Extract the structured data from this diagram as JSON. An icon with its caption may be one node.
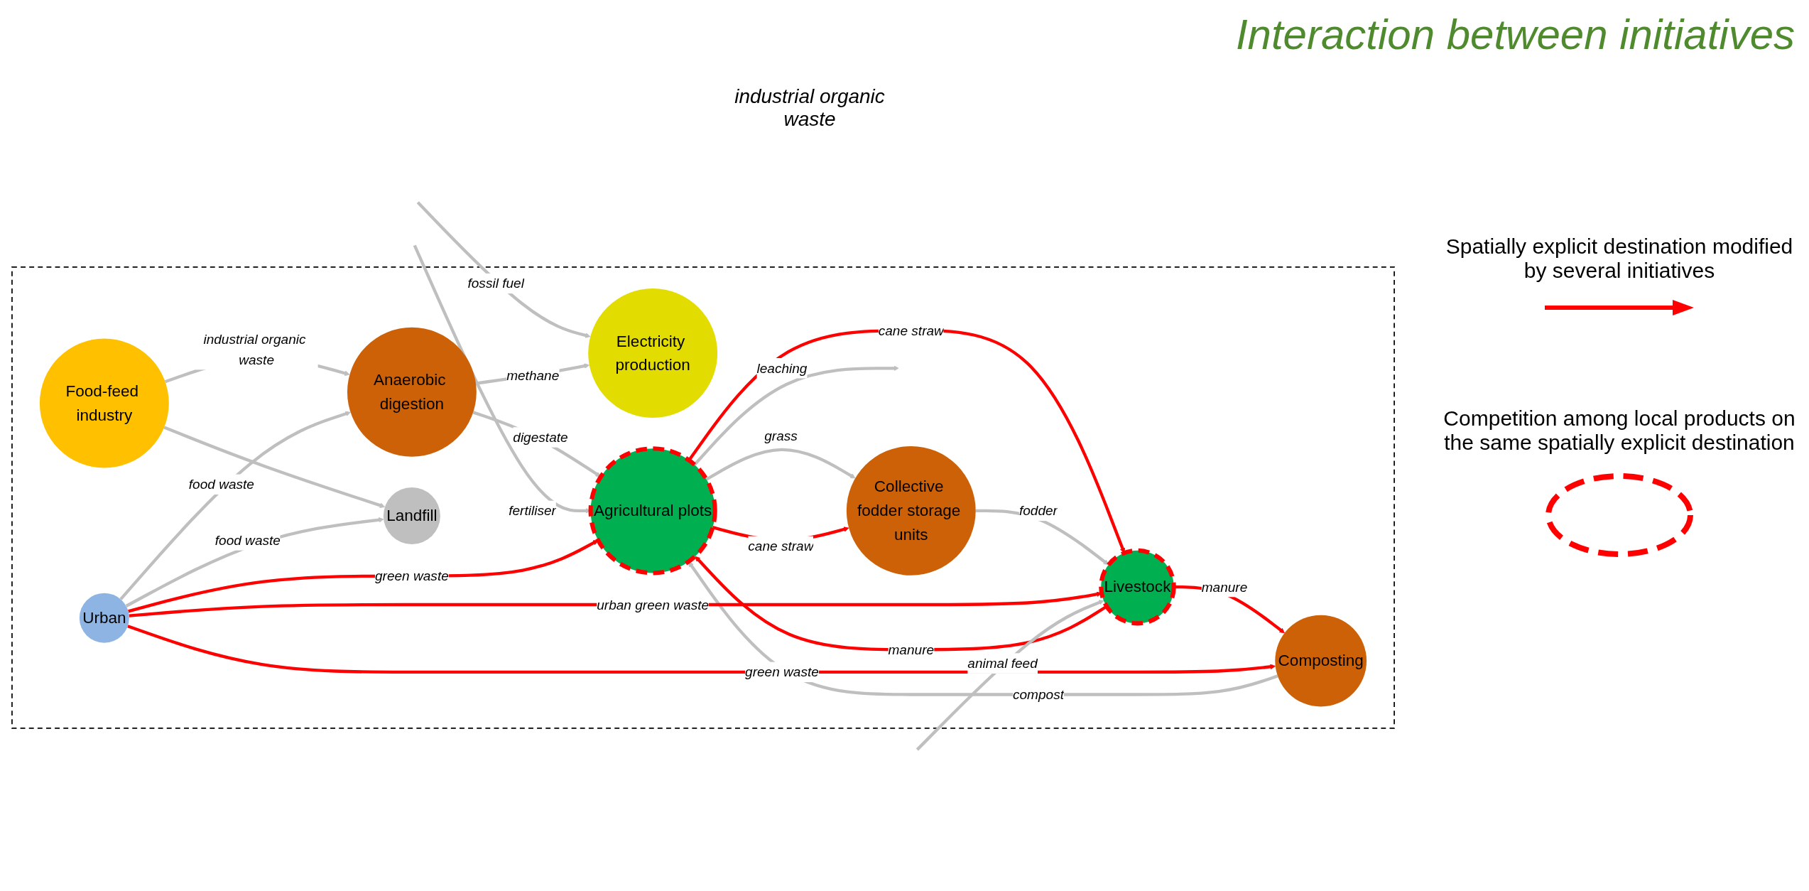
{
  "diagram": {
    "title": "Interaction between initiatives",
    "nodes": [
      {
        "text": [],
        "shape": "box"
      },
      {
        "text": [
          "Electricity production"
        ],
        "in": 0
      },
      {
        "text": [
          "Anaerobic digestion"
        ],
        "in": 0
      },
      {
        "text": [
          "Food-feed industry"
        ],
        "in": 0
      },
      {
        "text": [
          "Agricultural plots"
        ],
        "in": 0
      },
      {
        "text": [
          "Landfill"
        ],
        "in": 0
      },
      {
        "text": [
          "Urban"
        ],
        "in": 0
      },
      {
        "text": [
          "Collective fodder storage units"
        ],
        "in": 0
      },
      {
        "text": [
          "Composting"
        ],
        "in": 0
      },
      {
        "text": [
          "Livestock"
        ],
        "in": 0
      }
    ],
    "edges": [
      {
        "from": null,
        "to": 1,
        "arrow": "to",
        "label": "fossil fuel"
      },
      {
        "from": 2,
        "to": 1,
        "arrow": "to",
        "label": "methane"
      },
      {
        "from": 3,
        "to": 2,
        "arrow": "to",
        "label": "industrial organic waste"
      },
      {
        "from": 6,
        "to": 2,
        "arrow": "to",
        "label": "food waste"
      },
      {
        "from": 2,
        "to": 4,
        "arrow": "to",
        "label": "digestate"
      },
      {
        "from": 3,
        "to": 5,
        "arrow": "to"
      },
      {
        "from": 6,
        "to": 5,
        "arrow": "to",
        "label": "food waste"
      },
      {
        "from": null,
        "to": 4,
        "arrow": "to",
        "label": "fertiliser"
      },
      {
        "from": 6,
        "to": 4,
        "arrow": "to",
        "label": "green waste",
        "color": "#ff0000"
      },
      {
        "from": 8,
        "to": 4,
        "arrow": "to",
        "label": "compost"
      },
      {
        "from": 4,
        "to": 7,
        "arrow": "to",
        "label": "grass"
      },
      {
        "from": 4,
        "to": 7,
        "arrow": "to",
        "label": "cane straw",
        "color": "#ff0000"
      },
      {
        "from": 4,
        "to": null,
        "arrow": "to",
        "label": "leaching"
      },
      {
        "from": 4,
        "to": 9,
        "arrow": "to",
        "label": "cane straw",
        "color": "#ff0000"
      },
      {
        "from": 9,
        "to": 4,
        "arrow": "to",
        "label": "manure",
        "color": "#ff0000"
      },
      {
        "from": 7,
        "to": 9,
        "arrow": "to",
        "label": "fodder"
      },
      {
        "from": 9,
        "to": 8,
        "arrow": "to",
        "label": "manure",
        "color": "#ff0000"
      },
      {
        "from": 6,
        "to": 8,
        "arrow": "to",
        "label": "green waste",
        "color": "#ff0000"
      },
      {
        "from": 6,
        "to": 9,
        "arrow": "to",
        "label": "urban green waste",
        "color": "#ff0000"
      },
      {
        "from": null,
        "to": 9,
        "arrow": "to",
        "label": "animal feed"
      }
    ],
    "labels": [
      "industrial organic waste"
    ],
    "legend": [
      {
        "text": "Spatially explicit destination modified by several initiatives"
      },
      {
        "text": "Competition among local products on the same spatially explicit destination"
      }
    ]
  }
}
